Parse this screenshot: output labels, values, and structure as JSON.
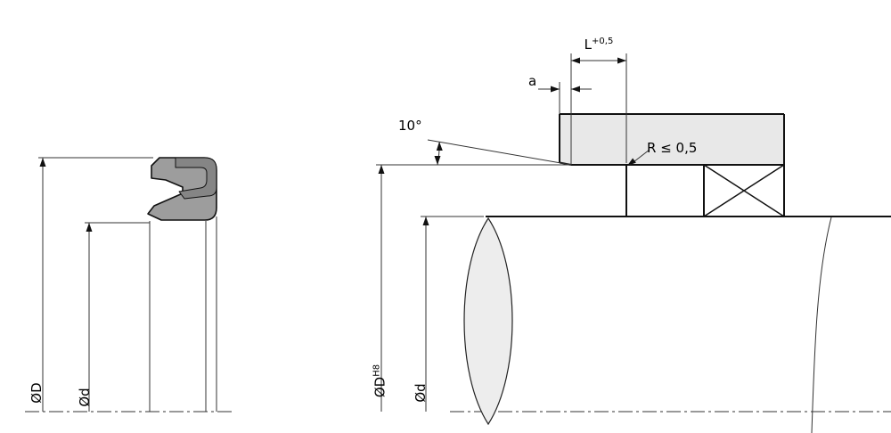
{
  "drawing": {
    "left_view": {
      "name": "seal cross-section",
      "labels": {
        "outer_diameter": "ØD",
        "inner_diameter": "Ød"
      }
    },
    "right_view": {
      "name": "installation groove",
      "labels": {
        "groove_length": "L",
        "groove_length_tolerance": "+0,5",
        "lead_in_length": "a",
        "lead_in_angle": "10°",
        "corner_radius": "R ≤ 0,5",
        "bore_diameter": "ØD",
        "bore_diameter_fit": "H8",
        "rod_diameter": "Ød"
      }
    },
    "colors": {
      "housing_fill": "#e8e8e8",
      "rod_break_fill": "#ededed",
      "seal_body_fill": "#9d9d9d",
      "seal_insert_fill": "#858585",
      "line_color": "#111111"
    }
  }
}
